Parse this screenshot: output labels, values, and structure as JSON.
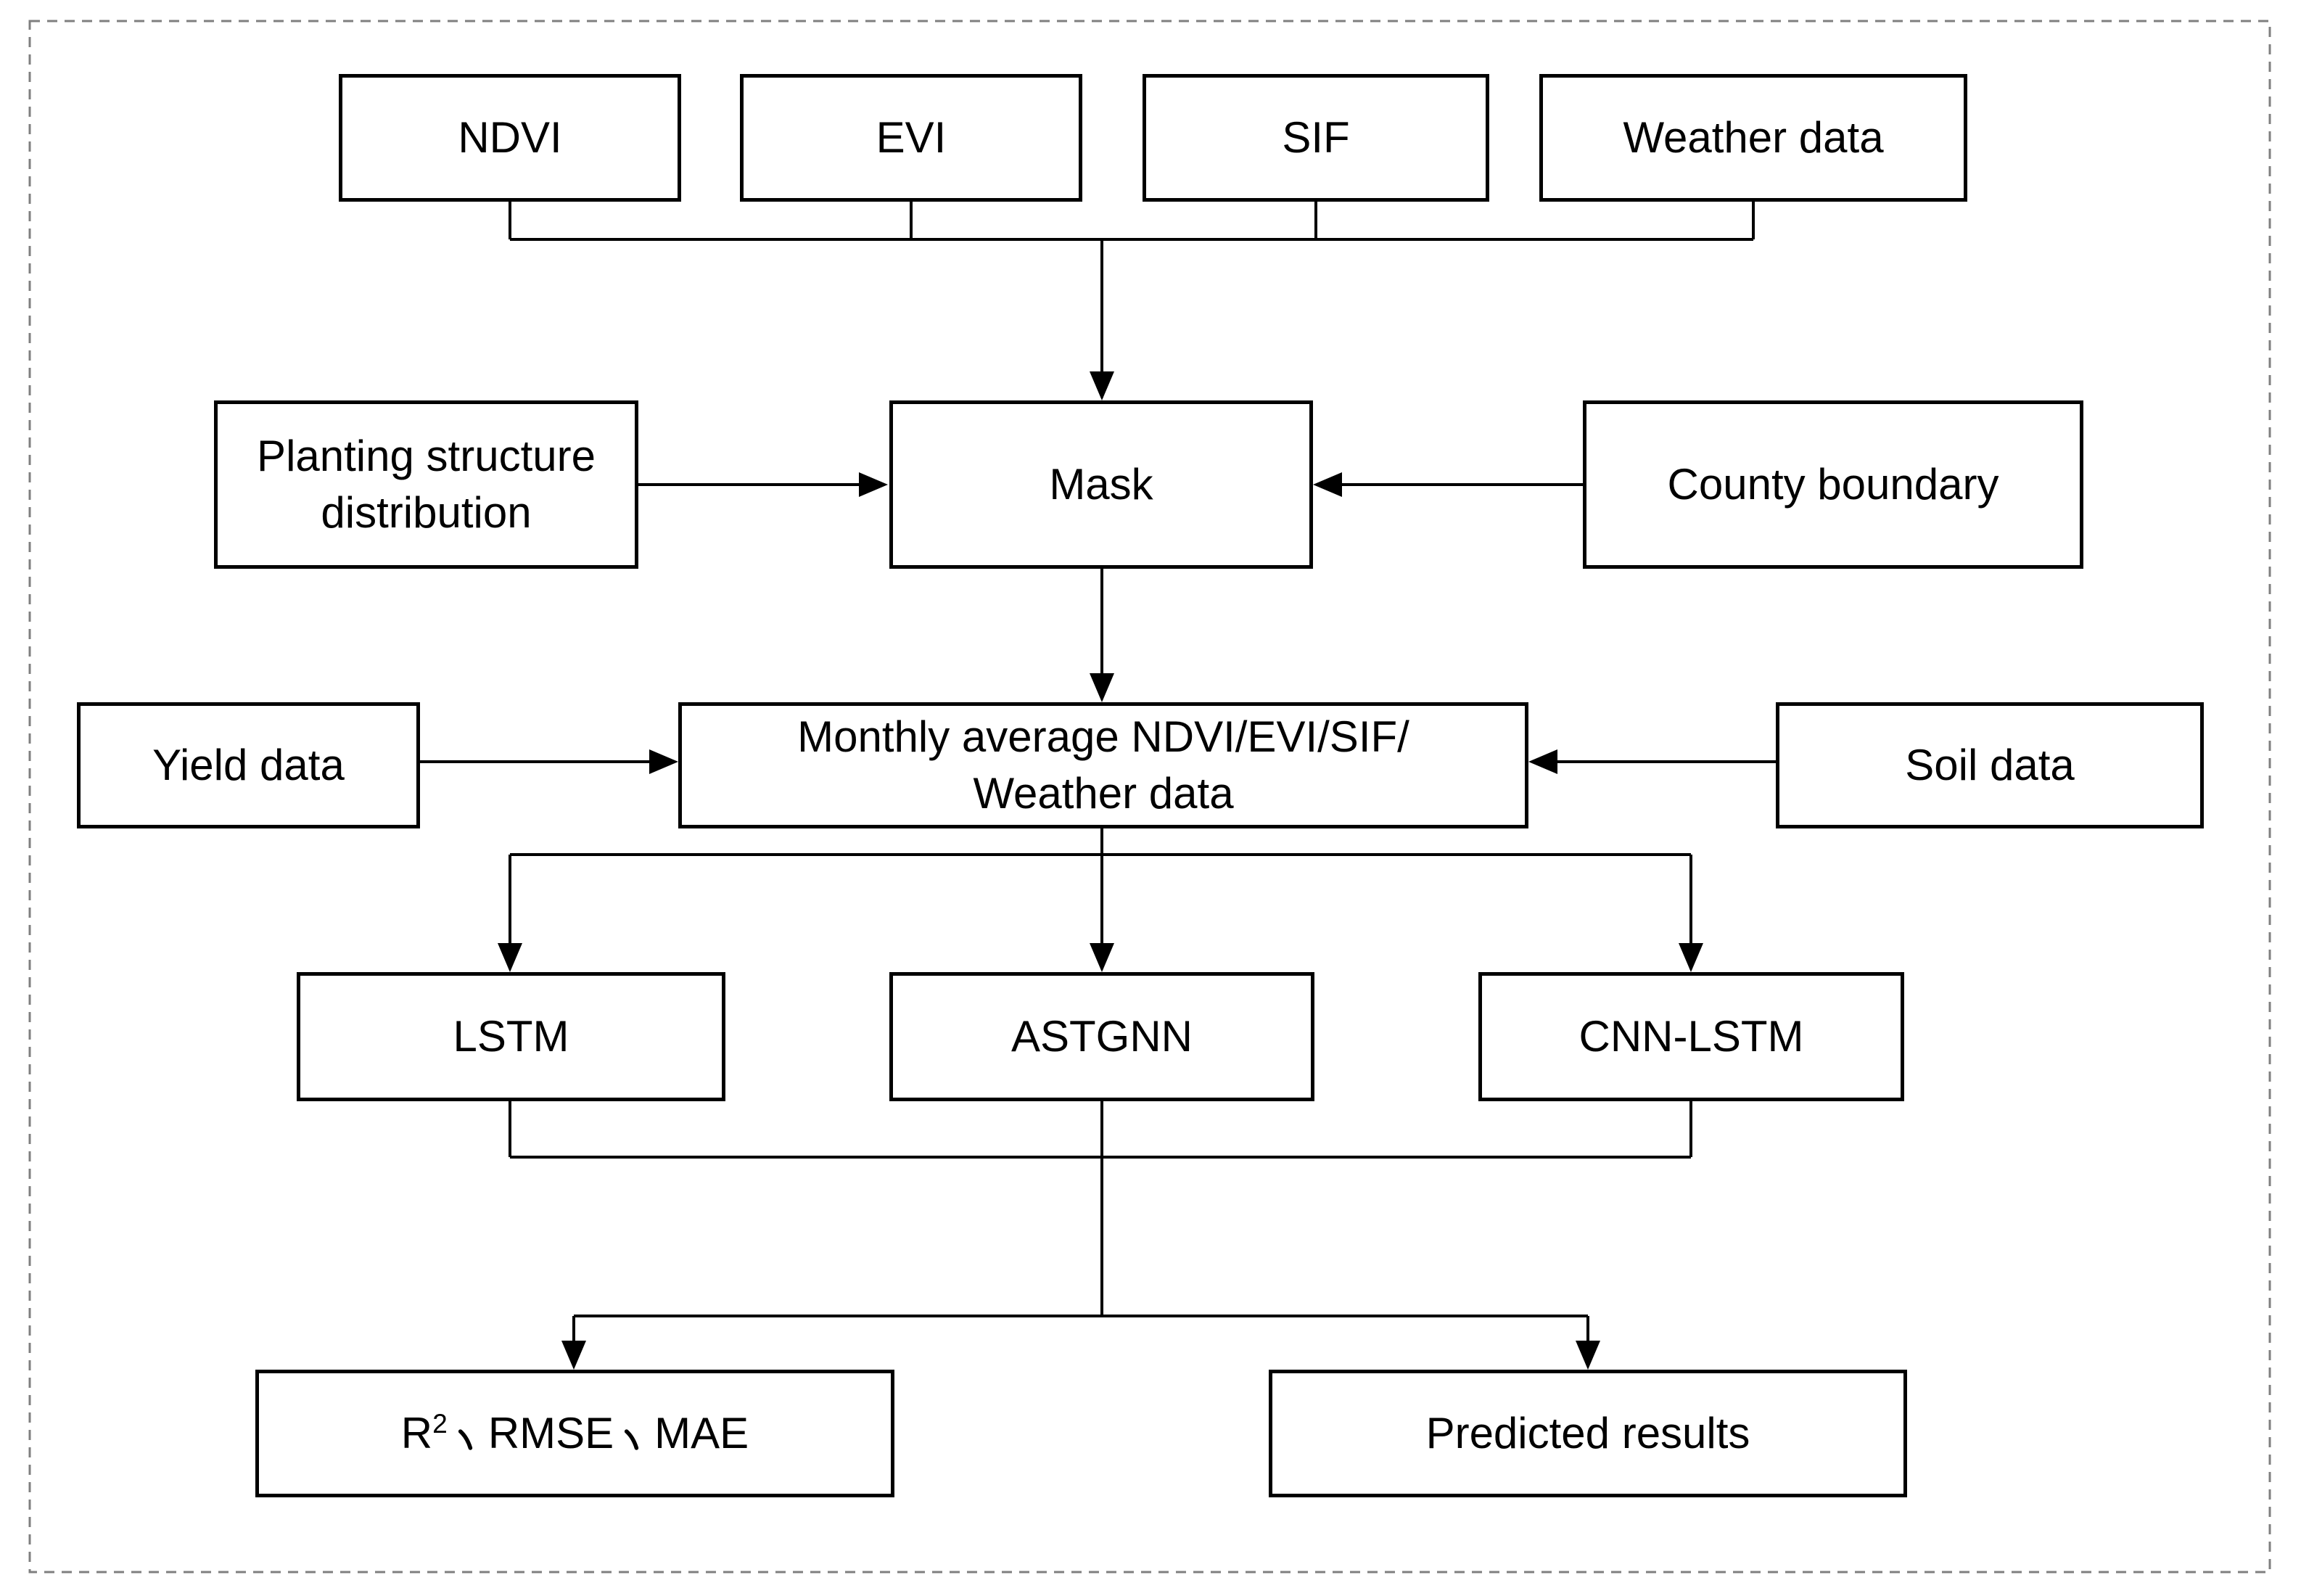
{
  "figure": {
    "title": "Flowchart of data processing and yield prediction workflow",
    "nodes": {
      "ndvi": {
        "label": "NDVI"
      },
      "evi": {
        "label": "EVI"
      },
      "sif": {
        "label": "SIF"
      },
      "weather": {
        "label": "Weather data"
      },
      "planting": {
        "label": "Planting structure distribution",
        "lines": [
          "Planting structure",
          "distribution"
        ]
      },
      "mask": {
        "label": "Mask"
      },
      "county": {
        "label": "County boundary"
      },
      "yield": {
        "label": "Yield data"
      },
      "monthly": {
        "label": "Monthly average NDVI/EVI/SIF/ Weather data",
        "lines": [
          "Monthly average NDVI/EVI/SIF/",
          "Weather data"
        ]
      },
      "soil": {
        "label": "Soil data"
      },
      "lstm": {
        "label": "LSTM"
      },
      "astgnn": {
        "label": "ASTGNN"
      },
      "cnn_lstm": {
        "label": "CNN-LSTM"
      },
      "metrics": {
        "label": "R²、RMSE、MAE",
        "parts": [
          "R²",
          "RMSE",
          "MAE"
        ],
        "separator": "、"
      },
      "predicted": {
        "label": "Predicted results"
      }
    },
    "edges": [
      [
        "ndvi",
        "mask"
      ],
      [
        "evi",
        "mask"
      ],
      [
        "sif",
        "mask"
      ],
      [
        "weather",
        "mask"
      ],
      [
        "planting",
        "mask"
      ],
      [
        "county",
        "mask"
      ],
      [
        "mask",
        "monthly"
      ],
      [
        "yield",
        "monthly"
      ],
      [
        "soil",
        "monthly"
      ],
      [
        "monthly",
        "lstm"
      ],
      [
        "monthly",
        "astgnn"
      ],
      [
        "monthly",
        "cnn_lstm"
      ],
      [
        "lstm",
        "metrics"
      ],
      [
        "astgnn",
        "metrics"
      ],
      [
        "cnn_lstm",
        "metrics"
      ],
      [
        "lstm",
        "predicted"
      ],
      [
        "astgnn",
        "predicted"
      ],
      [
        "cnn_lstm",
        "predicted"
      ]
    ]
  },
  "theme": {
    "line_color": "#000000",
    "box_border_color": "#000000",
    "box_fill": "#ffffff",
    "outer_border_color": "#7f7f7f",
    "text_color": "#000000",
    "background": "#ffffff"
  }
}
